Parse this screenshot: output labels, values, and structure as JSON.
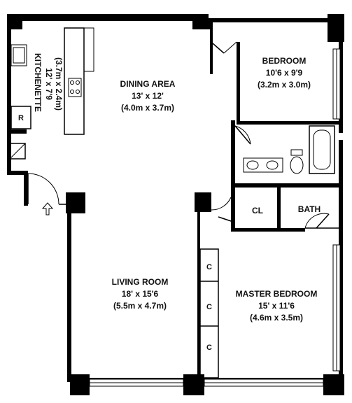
{
  "rooms": {
    "kitchenette": {
      "name": "KITCHENETTE",
      "dims_ft": "12' x 7'9",
      "dims_m": "(3.7m x 2.4m)"
    },
    "dining": {
      "name": "DINING AREA",
      "dims_ft": "13' x 12'",
      "dims_m": "(4.0m x 3.7m)"
    },
    "bedroom": {
      "name": "BEDROOM",
      "dims_ft": "10'6 x 9'9",
      "dims_m": "(3.2m x 3.0m)"
    },
    "living": {
      "name": "LIVING ROOM",
      "dims_ft": "18' x 15'6",
      "dims_m": "(5.5m x 4.7m)"
    },
    "master": {
      "name": "MASTER BEDROOM",
      "dims_ft": "15' x 11'6",
      "dims_m": "(4.6m x 3.5m)"
    },
    "closet": {
      "name": "CL"
    },
    "bath": {
      "name": "BATH"
    }
  },
  "closets": [
    "C",
    "C",
    "C"
  ],
  "fridge": "R",
  "entry_arrow": "⇧"
}
